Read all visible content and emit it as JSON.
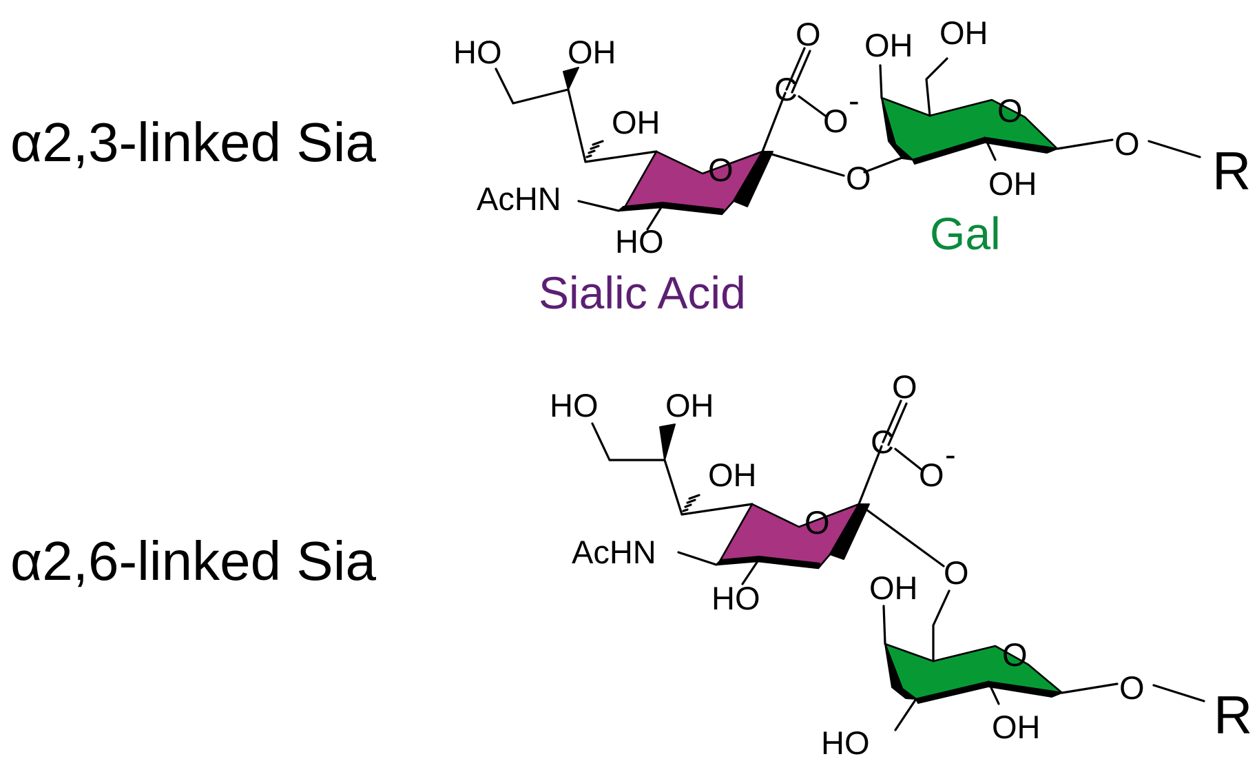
{
  "rows": [
    {
      "title": "α2,3-linked Sia"
    },
    {
      "title": "α2,6-linked Sia"
    }
  ],
  "atoms": {
    "ho": "HO",
    "oh": "OH",
    "achn": "AcHN",
    "o": "O",
    "c": "C",
    "charge": "-",
    "r": "R"
  },
  "captions": {
    "sialic_acid": "Sialic Acid",
    "gal": "Gal"
  },
  "colors": {
    "sialic_ring": "#a83381",
    "gal_ring": "#079a34",
    "sialic_caption": "#5c1f73",
    "gal_caption": "#0b8a3b"
  }
}
